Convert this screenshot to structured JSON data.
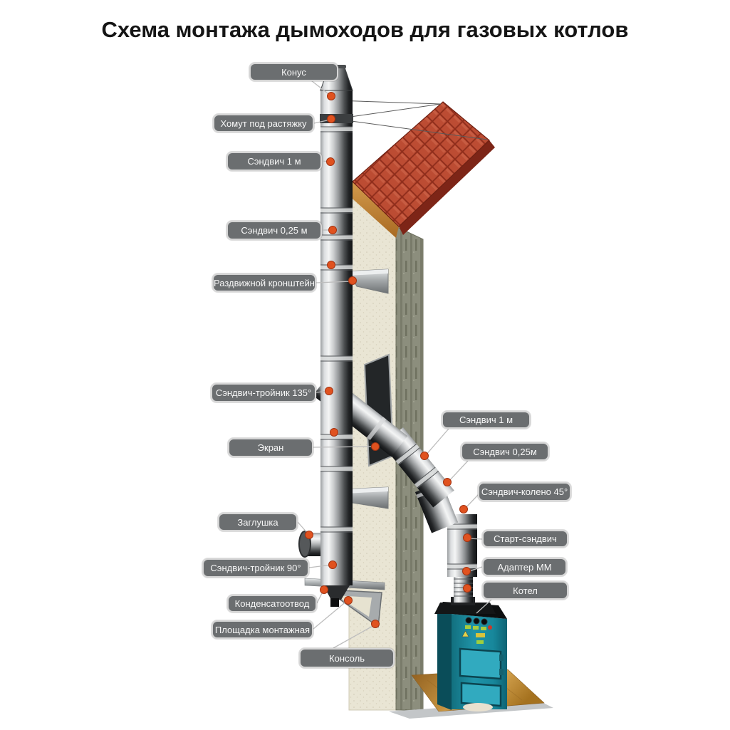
{
  "title": "Схема монтажа дымоходов для газовых котлов",
  "callouts": {
    "konus": "Конус",
    "homut": "Хомут под растяжку",
    "sandwich_1m_left": "Сэндвич 1 м",
    "sandwich_025_left": "Сэндвич 0,25 м",
    "kronstein": "Раздвижной кронштейн",
    "troynik_135": "Сэндвич-тройник 135°",
    "ekran": "Экран",
    "zaglushka": "Заглушка",
    "troynik_90": "Сэндвич-тройник 90°",
    "kondensat": "Конденсатоотвод",
    "ploshchadka": "Площадка монтажная",
    "konsol": "Консоль",
    "sandwich_1m_right": "Сэндвич 1 м",
    "sandwich_025_right": "Сэндвич 0,25м",
    "koleno_45": "Сэндвич-колено 45°",
    "start_sandwich": "Старт-сэндвич",
    "adapter_mm": "Адаптер ММ",
    "kotel": "Котел"
  },
  "colors": {
    "label_bg": "#6b6e70",
    "dot": "#e0521f",
    "roof_red": "#bc4c33",
    "roof_dark": "#8e2d1b",
    "roof_under": "#c9883c",
    "wall_front": "#e9e5d4",
    "wall_side": "#8c8e7d",
    "boiler_teal": "#1f93a8",
    "boiler_side": "#0a4d59",
    "wood": "#c2903e",
    "title_color": "#151515"
  }
}
